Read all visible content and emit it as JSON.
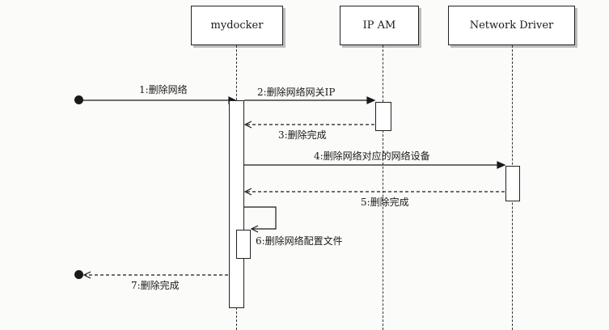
{
  "participants": [
    {
      "id": "mydocker",
      "label": "mydocker"
    },
    {
      "id": "ipam",
      "label": "IP AM"
    },
    {
      "id": "network-driver",
      "label": "Network Driver"
    }
  ],
  "messages": [
    {
      "label": "1:删除网络",
      "kind": "sync"
    },
    {
      "label": "2:删除网络网关IP",
      "kind": "sync"
    },
    {
      "label": "3:删除完成",
      "kind": "return"
    },
    {
      "label": "4:删除网络对应的网络设备",
      "kind": "sync"
    },
    {
      "label": "5:删除完成",
      "kind": "return"
    },
    {
      "label": "6:删除网络配置文件",
      "kind": "self"
    },
    {
      "label": "7:删除完成",
      "kind": "return"
    }
  ],
  "colors": {
    "line": "#1a1a1a",
    "box_border": "#222222",
    "shadow": "#bdbdbd"
  }
}
